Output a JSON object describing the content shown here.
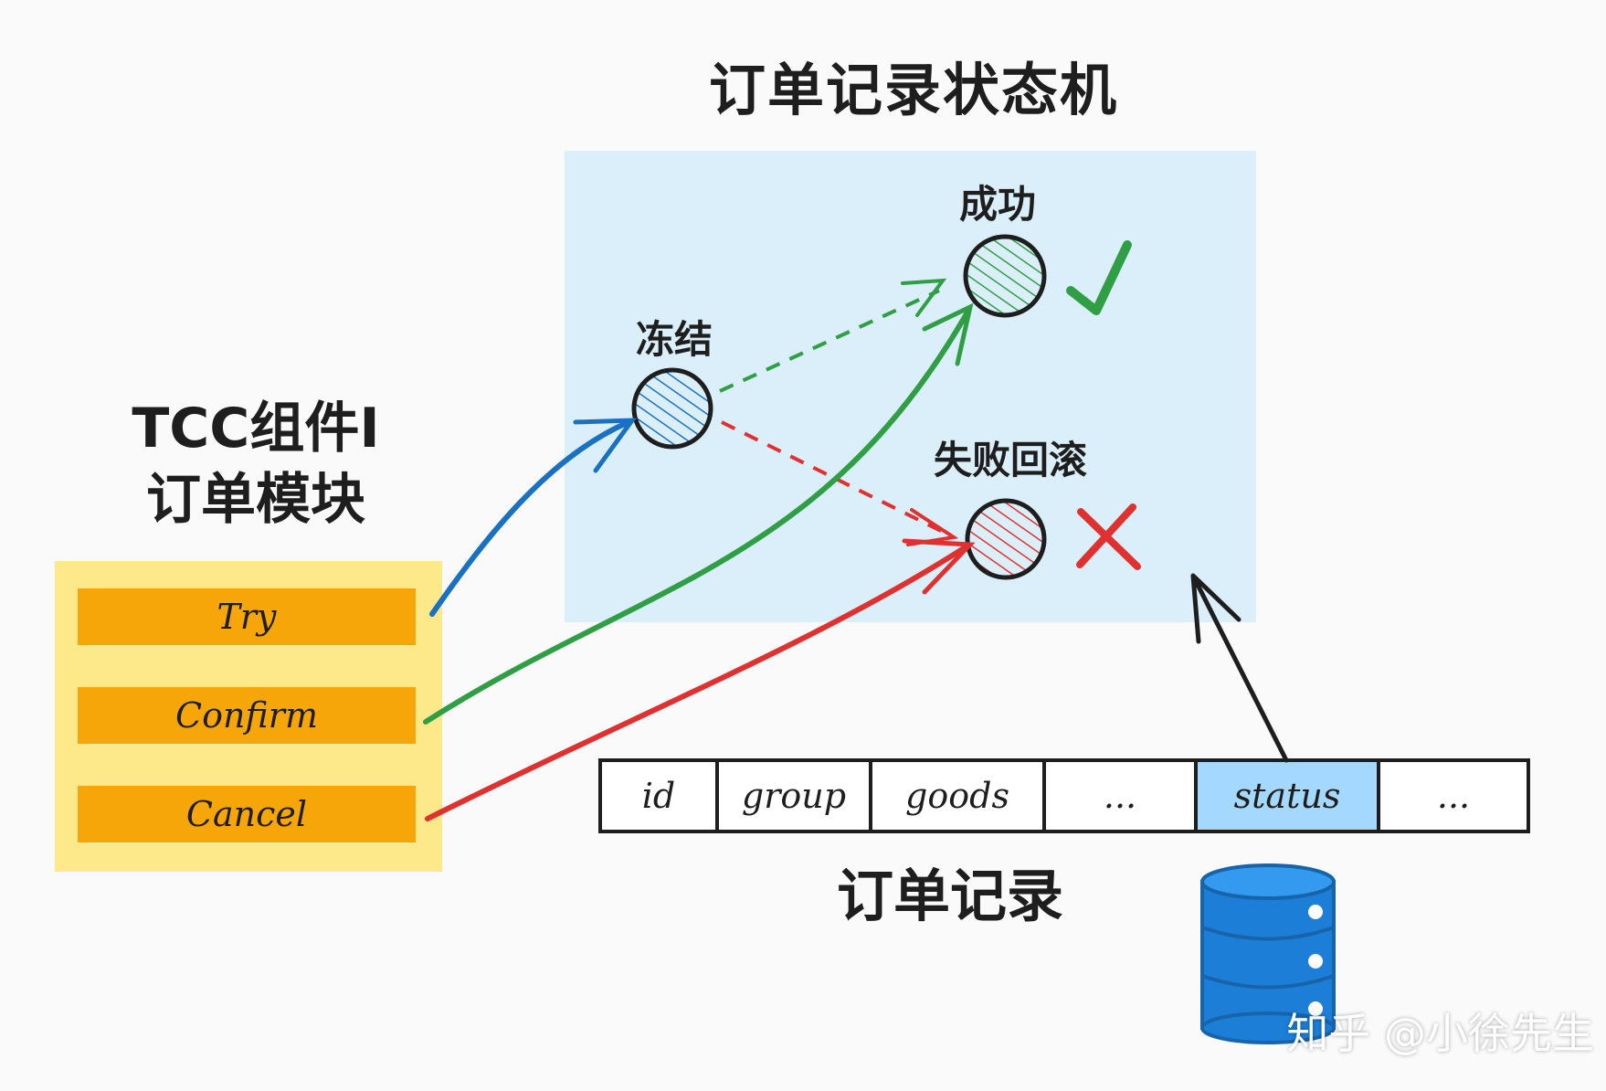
{
  "state_machine": {
    "title": "订单记录状态机",
    "states": [
      {
        "id": "frozen",
        "label": "冻结",
        "color": "#1971c2"
      },
      {
        "id": "success",
        "label": "成功",
        "color": "#2f9e44"
      },
      {
        "id": "rollback",
        "label": "失败回滚",
        "color": "#e03131"
      }
    ]
  },
  "tcc": {
    "title_line1": "TCC组件I",
    "title_line2": "订单模块",
    "actions": [
      {
        "label": "Try",
        "color": "#1971c2"
      },
      {
        "label": "Confirm",
        "color": "#2f9e44"
      },
      {
        "label": "Cancel",
        "color": "#e03131"
      }
    ]
  },
  "record": {
    "label": "订单记录",
    "fields": [
      "id",
      "group",
      "goods",
      "...",
      "status",
      "..."
    ],
    "highlight_field": "status"
  },
  "watermark": "知乎 @小徐先生"
}
